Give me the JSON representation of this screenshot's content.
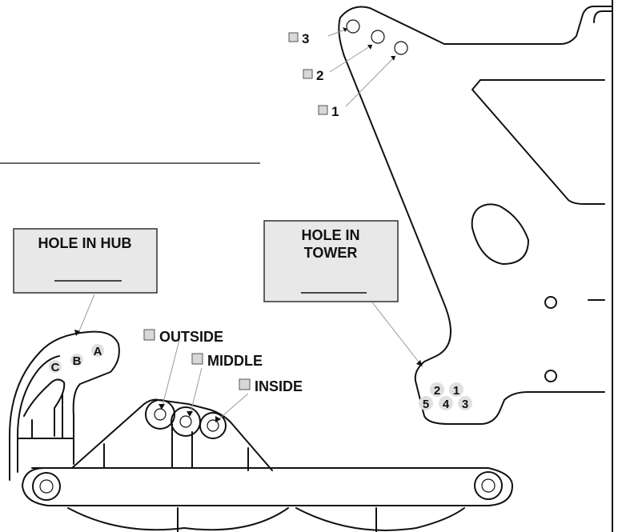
{
  "labels": {
    "hole_in_hub": "HOLE IN HUB",
    "hole_in_tower_line1": "HOLE IN",
    "hole_in_tower_line2": "TOWER",
    "opt_3": "3",
    "opt_2": "2",
    "opt_1": "1",
    "opt_outside": "OUTSIDE",
    "opt_middle": "MIDDLE",
    "opt_inside": "INSIDE",
    "hub_A": "A",
    "hub_B": "B",
    "hub_C": "C",
    "tower_1": "1",
    "tower_2": "2",
    "tower_3": "3",
    "tower_4": "4",
    "tower_5": "5"
  },
  "colors": {
    "line": "#111111",
    "box_fill": "#e8e8e8",
    "leader": "#9a9a9a"
  }
}
